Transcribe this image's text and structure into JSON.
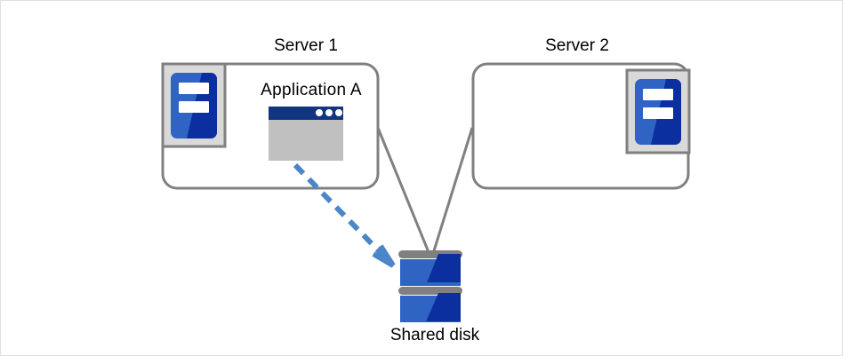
{
  "diagram": {
    "title": "Shared disk cluster with Application A on Server 1",
    "type": "architecture-diagram",
    "nodes": {
      "server1": {
        "label": "Server 1",
        "icon": "server-icon",
        "icon_position": "top-left",
        "contains_app": true
      },
      "server2": {
        "label": "Server 2",
        "icon": "server-icon",
        "icon_position": "top-right",
        "contains_app": false
      },
      "application": {
        "label": "Application A",
        "icon": "application-window-icon",
        "window_dots": 3,
        "located_on": "Server 1"
      },
      "shared_disk": {
        "label": "Shared disk",
        "icon": "disk-stack-icon",
        "platters": 2
      }
    },
    "connections": [
      {
        "name": "server1-to-disk",
        "from": "Server 1",
        "to": "Shared disk",
        "style": "solid",
        "color": "#808080"
      },
      {
        "name": "server2-to-disk",
        "from": "Server 2",
        "to": "Shared disk",
        "style": "solid",
        "color": "#808080"
      },
      {
        "name": "application-access-arrow",
        "from": "Application A",
        "to": "Shared disk",
        "style": "dashed",
        "arrowhead": "open-chevron",
        "color": "#4a86c8"
      }
    ],
    "colors": {
      "box_border": "#808080",
      "connector": "#808080",
      "arrow": "#4a86c8",
      "icon_blue_light": "#2f63c4",
      "icon_blue_dark": "#0b2f9e",
      "icon_panel_bg": "#d9d9d9",
      "icon_panel_border": "#808080",
      "window_titlebar": "#12357f",
      "window_body": "#c0c0c0",
      "disk_bar": "#808080",
      "page_border": "#e0e0e0",
      "text": "#000000"
    }
  }
}
